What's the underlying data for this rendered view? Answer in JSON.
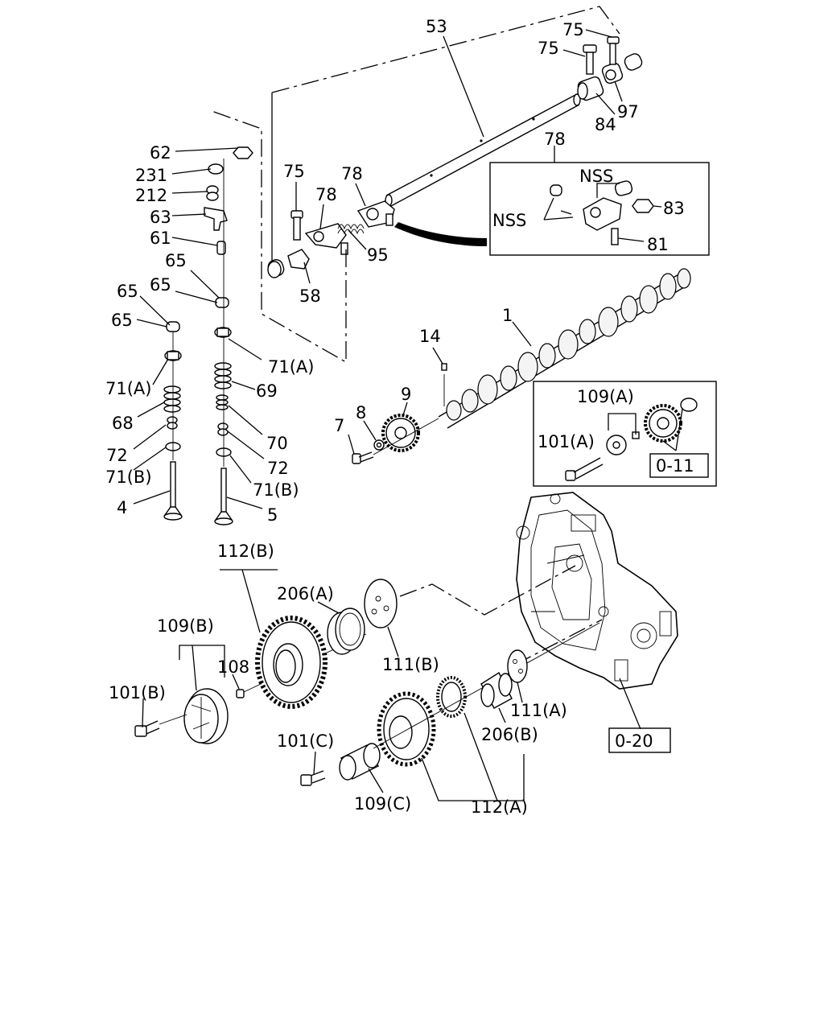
{
  "labels": {
    "l53": "53",
    "l75a": "75",
    "l75b": "75",
    "l75c": "75",
    "l84": "84",
    "l97": "97",
    "l78a": "78",
    "l78b": "78",
    "l78c": "78",
    "l95": "95",
    "l58": "58",
    "lnss1": "NSS",
    "lnss2": "NSS",
    "l83": "83",
    "l81": "81",
    "l62": "62",
    "l231": "231",
    "l212": "212",
    "l63": "63",
    "l61": "61",
    "l65a": "65",
    "l65b": "65",
    "l65c": "65",
    "l65d": "65",
    "l71a1": "71(A)",
    "l71a2": "71(A)",
    "l69": "69",
    "l68": "68",
    "l70": "70",
    "l72a": "72",
    "l72b": "72",
    "l71b1": "71(B)",
    "l71b2": "71(B)",
    "l4": "4",
    "l5": "5",
    "l1": "1",
    "l14": "14",
    "l9": "9",
    "l8": "8",
    "l7": "7",
    "l109a": "109(A)",
    "l101a": "101(A)",
    "l011": "0-11",
    "l112b": "112(B)",
    "l206a": "206(A)",
    "l109b": "109(B)",
    "l108": "108",
    "l111b": "111(B)",
    "l101b": "101(B)",
    "l111a": "111(A)",
    "l206b": "206(B)",
    "l020": "0-20",
    "l101c": "101(C)",
    "l109c": "109(C)",
    "l112a": "112(A)"
  }
}
